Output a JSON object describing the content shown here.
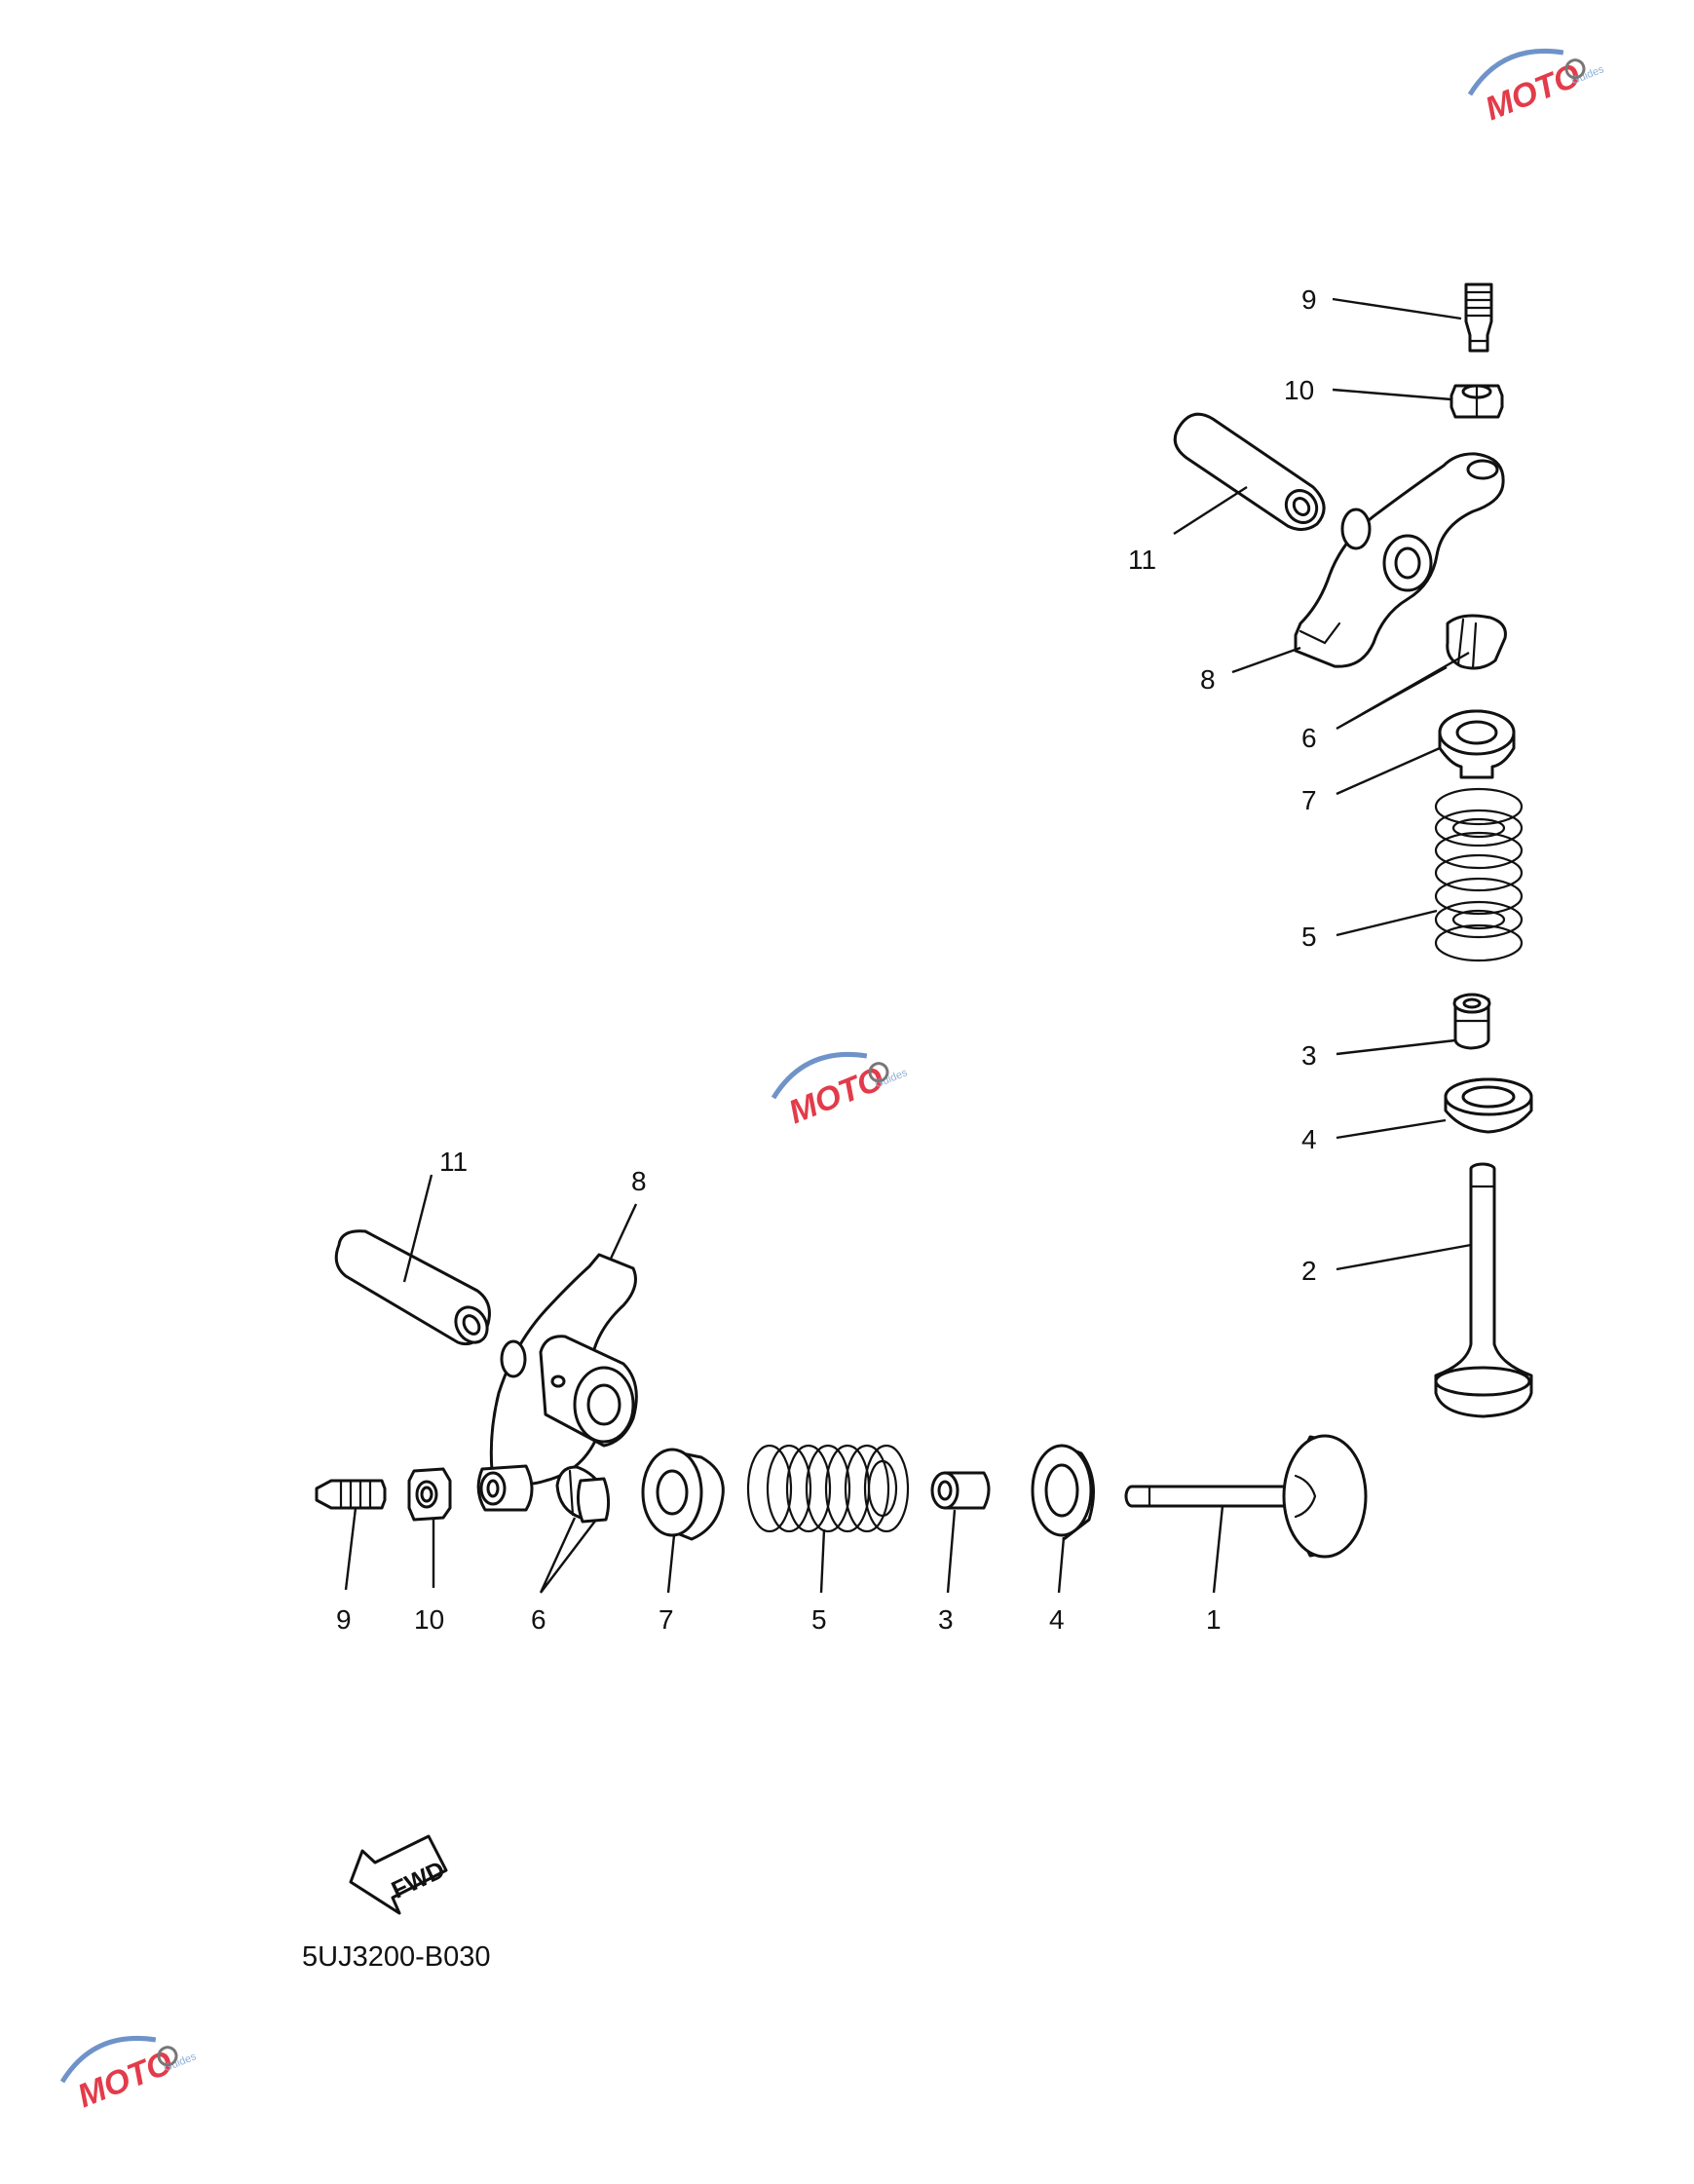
{
  "diagram": {
    "callouts": {
      "exhaust": {
        "c9": "9",
        "c10": "10",
        "c11": "11",
        "c8": "8",
        "c6": "6",
        "c7": "7",
        "c5": "5",
        "c3": "3",
        "c4": "4",
        "c2": "2"
      },
      "intake": {
        "c11": "11",
        "c8": "8",
        "c9": "9",
        "c10": "10",
        "c6": "6",
        "c7": "7",
        "c5": "5",
        "c3": "3",
        "c4": "4",
        "c1": "1"
      }
    },
    "fwd_label": "FWD",
    "figure_code": "5UJ3200-B030"
  },
  "watermark": {
    "text": "MOTO",
    "subtext": "Guides",
    "colors": {
      "primary": "#e33b4a",
      "secondary": "#6f93c9",
      "dots": "#555555"
    }
  },
  "colors": {
    "line": "#111111",
    "background": "#ffffff"
  }
}
